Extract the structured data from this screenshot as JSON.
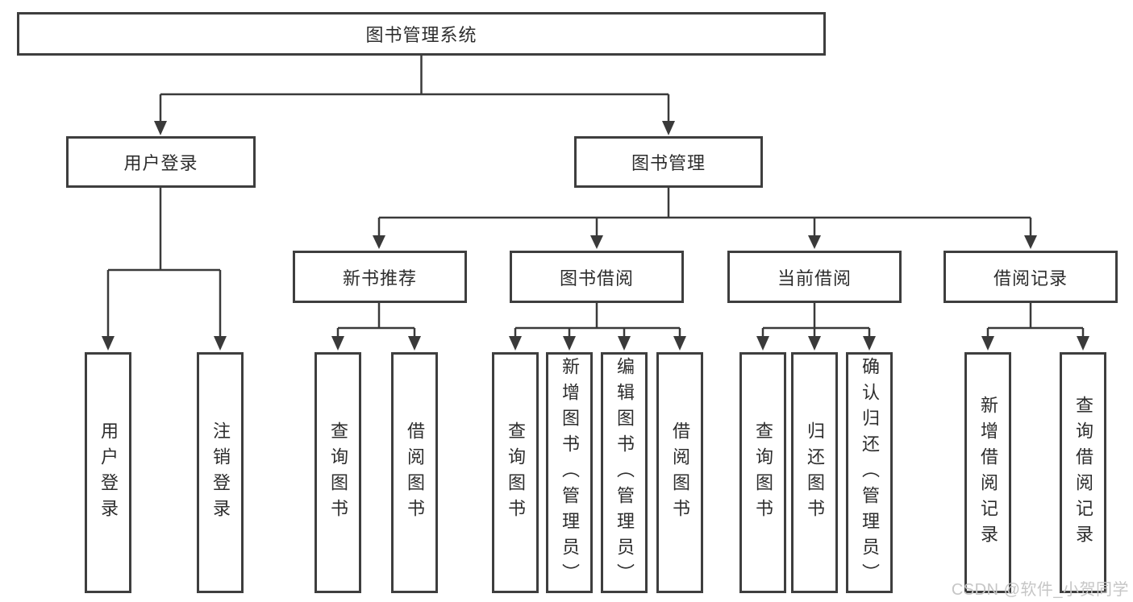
{
  "diagram_title": "图书管理系统",
  "nodes": {
    "root": {
      "label": "图书管理系统"
    },
    "level2": [
      {
        "label": "用户登录"
      },
      {
        "label": "图书管理"
      }
    ],
    "level3": [
      {
        "label": "新书推荐",
        "parent": "图书管理"
      },
      {
        "label": "图书借阅",
        "parent": "图书管理"
      },
      {
        "label": "当前借阅",
        "parent": "图书管理"
      },
      {
        "label": "借阅记录",
        "parent": "图书管理"
      }
    ],
    "leaves": [
      {
        "label": "用户登录",
        "parent": "用户登录"
      },
      {
        "label": "注销登录",
        "parent": "用户登录"
      },
      {
        "label": "查询图书",
        "parent": "新书推荐"
      },
      {
        "label": "借阅图书",
        "parent": "新书推荐"
      },
      {
        "label": "查询图书",
        "parent": "图书借阅"
      },
      {
        "label": "新增图书（管理员）",
        "parent": "图书借阅"
      },
      {
        "label": "编辑图书（管理员）",
        "parent": "图书借阅"
      },
      {
        "label": "借阅图书",
        "parent": "图书借阅"
      },
      {
        "label": "查询图书",
        "parent": "当前借阅"
      },
      {
        "label": "归还图书",
        "parent": "当前借阅"
      },
      {
        "label": "确认归还（管理员）",
        "parent": "当前借阅"
      },
      {
        "label": "新增借阅记录",
        "parent": "借阅记录"
      },
      {
        "label": "查询借阅记录",
        "parent": "借阅记录"
      }
    ]
  },
  "watermark": {
    "text": "CSDN @软件_小贺同学"
  },
  "colors": {
    "line": "#3a3a3a",
    "box_border": "#3e3e3e",
    "text": "#2d2d2d",
    "watermark": "#c6c6c6",
    "background": "#ffffff"
  }
}
